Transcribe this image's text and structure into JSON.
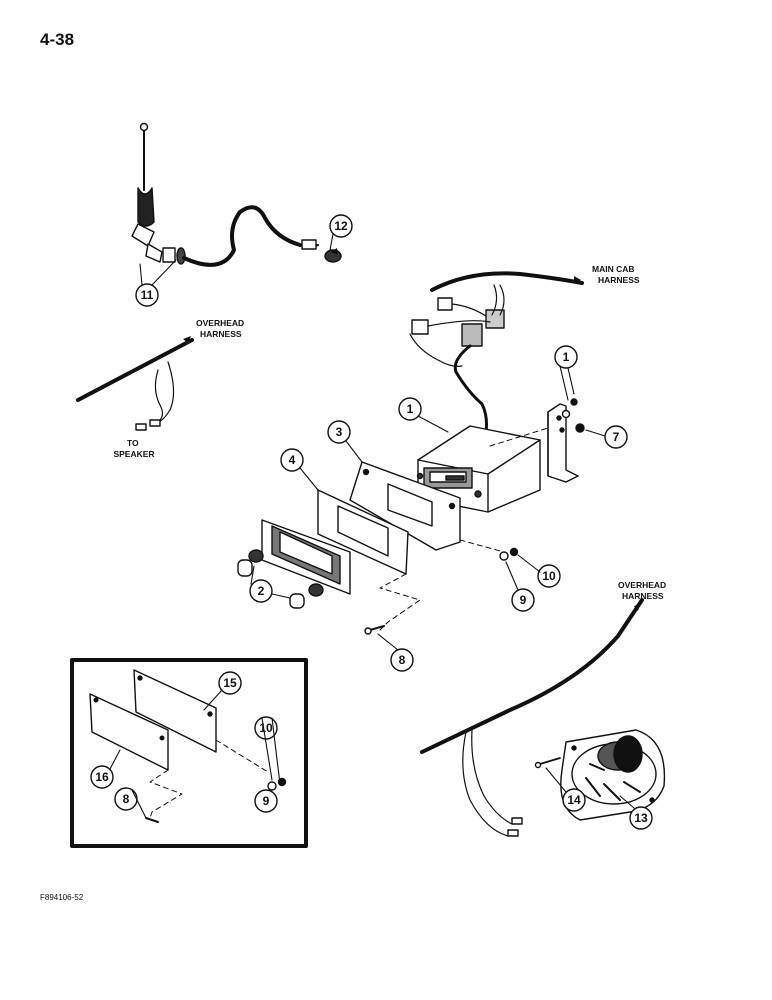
{
  "page_number": "4-38",
  "figure_code": "F894106-52",
  "labels": {
    "main_cab_harness": [
      "MAIN CAB",
      "HARNESS"
    ],
    "overhead_harness_top": [
      "OVERHEAD",
      "HARNESS"
    ],
    "to_speaker": [
      "TO",
      "SPEAKER"
    ],
    "overhead_harness_right": [
      "OVERHEAD",
      "HARNESS"
    ]
  },
  "callouts": {
    "c11": "11",
    "c12": "12",
    "c1a": "1",
    "c1b": "1",
    "c7": "7",
    "c3": "3",
    "c4": "4",
    "c2": "2",
    "c10a": "10",
    "c9a": "9",
    "c8a": "8",
    "c15": "15",
    "c16": "16",
    "c10b": "10",
    "c9b": "9",
    "c8b": "8",
    "c14": "14",
    "c13": "13"
  }
}
